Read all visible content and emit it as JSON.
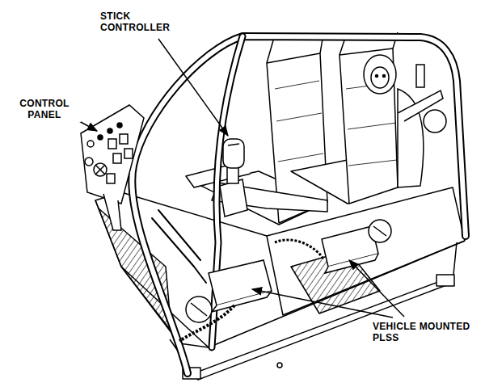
{
  "diagram": {
    "labels": [
      "STICK CONTROLLER",
      "CONTROL PANEL",
      "VEHICLE MOUNTED PLSS"
    ]
  }
}
